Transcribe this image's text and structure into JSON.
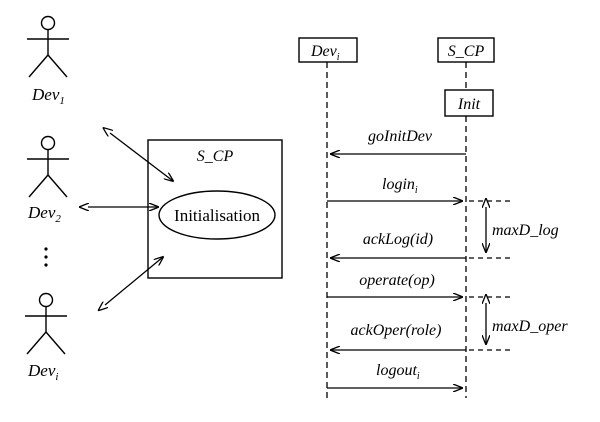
{
  "actors": {
    "dev1": {
      "base": "Dev",
      "sub": "1"
    },
    "dev2": {
      "base": "Dev",
      "sub": "2"
    },
    "devi": {
      "base": "Dev",
      "sub": "i"
    },
    "ellipsis": "·\n·\n·"
  },
  "usecase": {
    "system_label": "S_CP",
    "ellipse_label": "Initialisation"
  },
  "sequence": {
    "lifeline_dev": {
      "base": "Dev",
      "sub": "i"
    },
    "lifeline_scp": "S_CP",
    "init_box": "Init",
    "messages": [
      {
        "key": "goInitDev",
        "label": "goInitDev",
        "dir": "left"
      },
      {
        "key": "login",
        "label_base": "login",
        "label_sub": "i",
        "dir": "right"
      },
      {
        "key": "ackLog",
        "label": "ackLog(id)",
        "dir": "left"
      },
      {
        "key": "operate",
        "label": "operate(op)",
        "dir": "right"
      },
      {
        "key": "ackOper",
        "label": "ackOper(role)",
        "dir": "left"
      },
      {
        "key": "logout",
        "label_base": "logout",
        "label_sub": "i",
        "dir": "right"
      }
    ],
    "constraints": [
      {
        "key": "maxD_log",
        "label": "maxD_log"
      },
      {
        "key": "maxD_oper",
        "label": "maxD_oper"
      }
    ]
  }
}
